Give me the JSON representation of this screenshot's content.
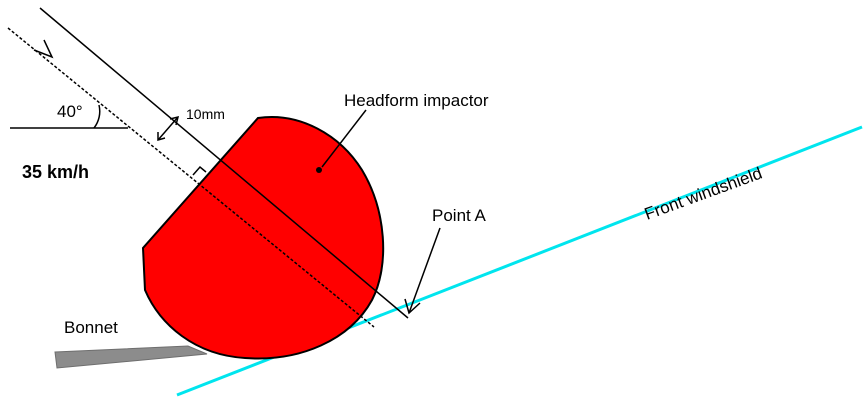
{
  "labels": {
    "angle": "40°",
    "offset": "10mm",
    "speed": "35 km/h",
    "impactor": "Headform impactor",
    "point": "Point A",
    "windshield": "Front windshield",
    "bonnet": "Bonnet"
  },
  "colors": {
    "impactor": "#ff0000",
    "windshield": "#00e5ee",
    "bonnet": "#8c8c8c",
    "line": "#000000"
  },
  "impact_angle_deg": 40,
  "impact_offset_mm": 10,
  "impact_speed_kmh": 35
}
